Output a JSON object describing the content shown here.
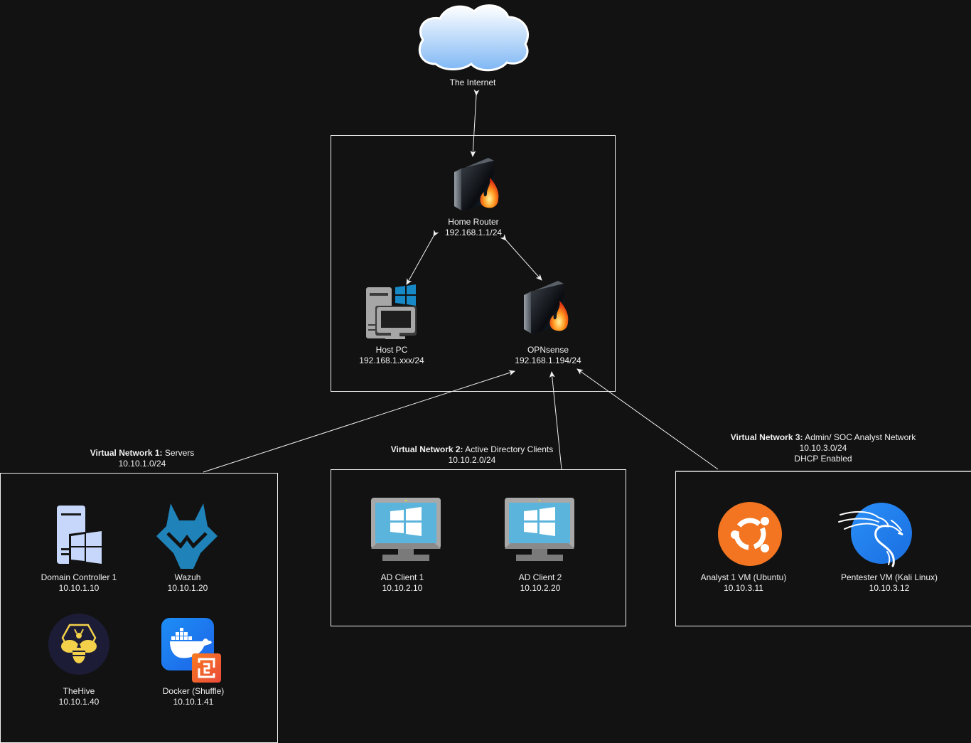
{
  "internet": {
    "label": "The Internet",
    "icon": "cloud-icon"
  },
  "core": {
    "home_router": {
      "name": "Home Router",
      "ip": "192.168.1.1/24",
      "icon": "firewall-icon"
    },
    "host_pc": {
      "name": "Host PC",
      "ip": "192.168.1.xxx/24",
      "icon": "windows-pc-icon"
    },
    "opnsense": {
      "name": "OPNsense",
      "ip": "192.168.1.194/24",
      "icon": "firewall-icon"
    }
  },
  "networks": [
    {
      "title_bold": "Virtual Network 1:",
      "title_rest": " Servers",
      "subnet": "10.10.1.0/24",
      "nodes": [
        {
          "name": "Domain Controller 1",
          "ip": "10.10.1.10",
          "icon": "windows-server-icon"
        },
        {
          "name": "Wazuh",
          "ip": "10.10.1.20",
          "icon": "wazuh-icon"
        },
        {
          "name": "TheHive",
          "ip": "10.10.1.40",
          "icon": "thehive-icon"
        },
        {
          "name": "Docker (Shuffle)",
          "ip": "10.10.1.41",
          "icon": "docker-shuffle-icon"
        }
      ]
    },
    {
      "title_bold": "Virtual Network 2:",
      "title_rest": " Active Directory Clients",
      "subnet": "10.10.2.0/24",
      "nodes": [
        {
          "name": "AD Client 1",
          "ip": "10.10.2.10",
          "icon": "windows-monitor-icon"
        },
        {
          "name": "AD Client 2",
          "ip": "10.10.2.20",
          "icon": "windows-monitor-icon"
        }
      ]
    },
    {
      "title_bold": "Virtual Network 3:",
      "title_rest": " Admin/ SOC Analyst Network",
      "subnet": "10.10.3.0/24",
      "extra": "DHCP Enabled",
      "nodes": [
        {
          "name": "Analyst 1 VM (Ubuntu)",
          "ip": "10.10.3.11",
          "icon": "ubuntu-icon"
        },
        {
          "name": "Pentester VM (Kali Linux)",
          "ip": "10.10.3.12",
          "icon": "kali-icon"
        }
      ]
    }
  ],
  "colors": {
    "background": "#121212",
    "line": "#f0f0f0",
    "windows_blue": "#1689c6",
    "wazuh_blue": "#1f83b9",
    "ubuntu_orange": "#f37521",
    "kali_blue": "#2683f0",
    "docker_blue": "#1d7cf2",
    "shuffle_orange": "#f2542d",
    "thehive_yellow": "#f3d14a",
    "thehive_bg": "#1c1c36"
  }
}
